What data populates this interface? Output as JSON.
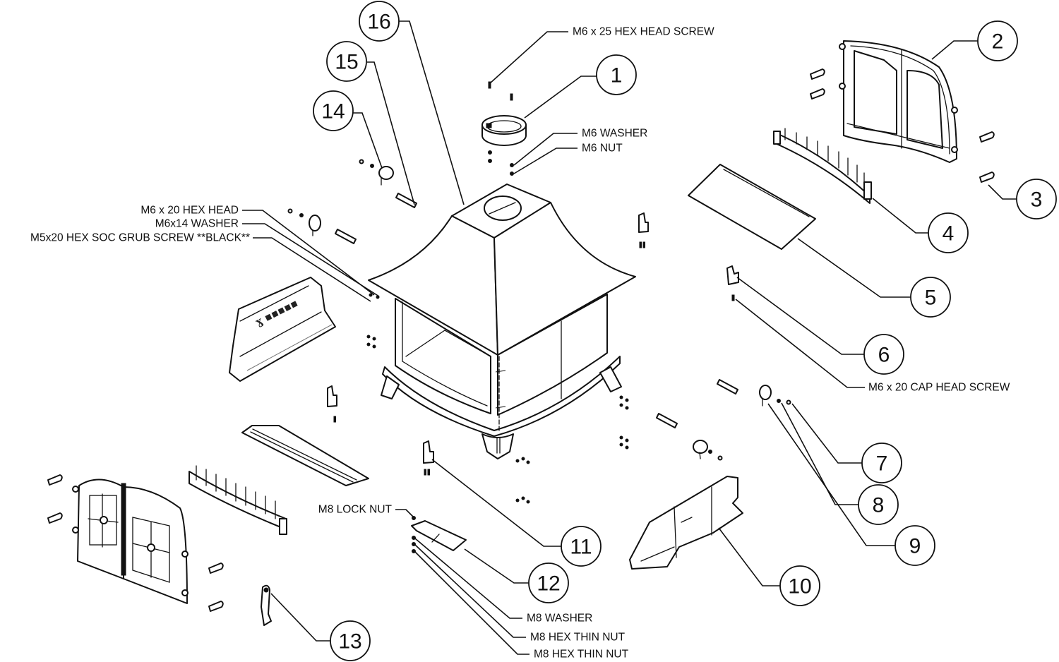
{
  "title": "Stove exploded parts diagram",
  "callouts": [
    {
      "number": "1"
    },
    {
      "number": "2"
    },
    {
      "number": "3"
    },
    {
      "number": "4"
    },
    {
      "number": "5"
    },
    {
      "number": "6"
    },
    {
      "number": "7"
    },
    {
      "number": "8"
    },
    {
      "number": "9"
    },
    {
      "number": "10"
    },
    {
      "number": "11"
    },
    {
      "number": "12"
    },
    {
      "number": "13"
    },
    {
      "number": "14"
    },
    {
      "number": "15"
    },
    {
      "number": "16"
    }
  ],
  "hardware_labels": {
    "m6x25_hex_head_screw": "M6 x 25 HEX HEAD SCREW",
    "m6_washer": "M6 WASHER",
    "m6_nut": "M6 NUT",
    "m6x20_hex_head": "M6 x 20 HEX HEAD",
    "m6x14_washer": "M6x14 WASHER",
    "m5x20_grub_screw": "M5x20 HEX SOC GRUB SCREW **BLACK**",
    "m6x20_cap_head_screw": "M6 x 20 CAP HEAD SCREW",
    "m8_lock_nut": "M8 LOCK NUT",
    "m8_washer": "M8 WASHER",
    "m8_hex_thin_nut_1": "M8 HEX THIN NUT",
    "m8_hex_thin_nut_2": "M8 HEX THIN NUT"
  }
}
